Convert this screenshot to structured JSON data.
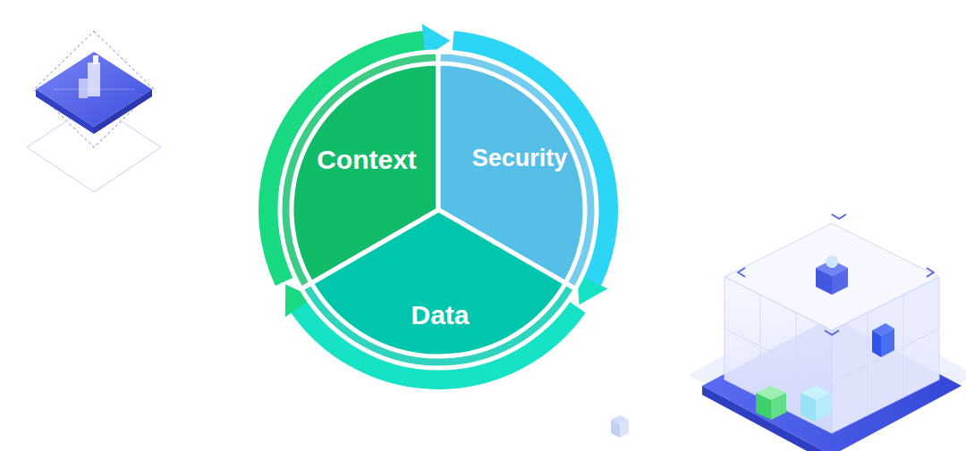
{
  "diagram": {
    "nodes": [
      {
        "text": [
          "Context"
        ]
      },
      {
        "text": [
          "Security"
        ]
      },
      {
        "text": [
          "Data"
        ]
      }
    ],
    "edges": [
      {
        "from": 0,
        "to": 1,
        "arrow": "to"
      },
      {
        "from": 1,
        "to": 2,
        "arrow": "to"
      },
      {
        "from": 2,
        "to": 0,
        "arrow": "to"
      }
    ]
  }
}
